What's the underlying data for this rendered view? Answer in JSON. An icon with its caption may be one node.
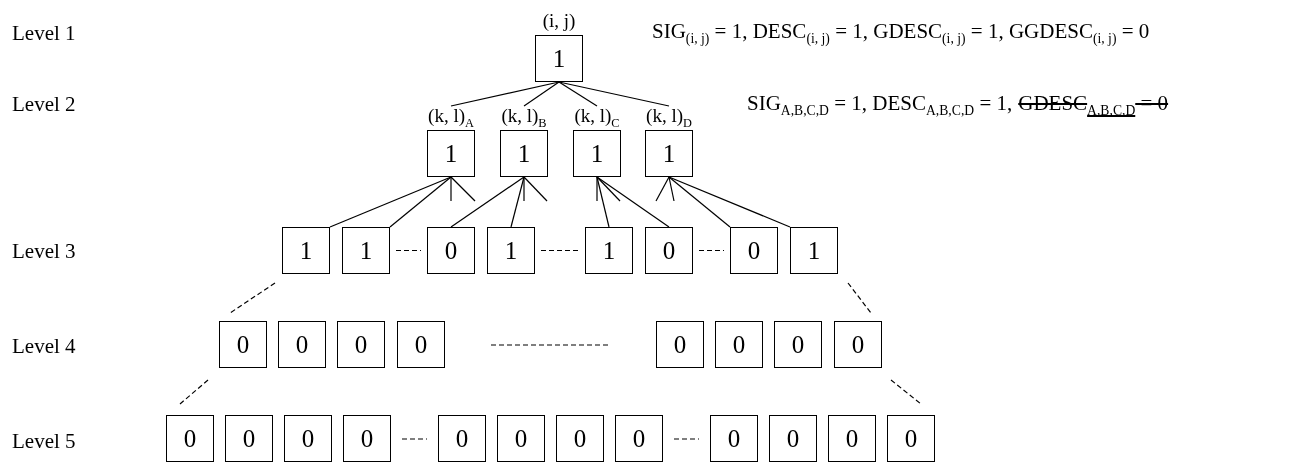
{
  "diagram": {
    "nodes": [
      {
        "text": [
          "1"
        ],
        "beside": [
          "(i, j)"
        ]
      },
      {
        "text": [
          "1"
        ],
        "beside": [
          "(k, l)$_{A}$"
        ]
      },
      {
        "text": [
          "1"
        ],
        "beside": [
          "(k, l)$_{B}$"
        ]
      },
      {
        "text": [
          "1"
        ],
        "beside": [
          "(k, l)$_{C}$"
        ]
      },
      {
        "text": [
          "1"
        ],
        "beside": [
          "(k, l)$_{D}$"
        ]
      },
      {
        "text": [
          "1"
        ]
      },
      {
        "text": [
          "1"
        ]
      },
      {
        "text": [
          "0"
        ]
      },
      {
        "text": [
          "1"
        ]
      },
      {
        "text": [
          "1"
        ]
      },
      {
        "text": [
          "0"
        ]
      },
      {
        "text": [
          "0"
        ]
      },
      {
        "text": [
          "1"
        ]
      },
      {
        "text": [
          "0"
        ]
      },
      {
        "text": [
          "0"
        ]
      },
      {
        "text": [
          "0"
        ]
      },
      {
        "text": [
          "0"
        ]
      },
      {
        "text": [
          "0"
        ]
      },
      {
        "text": [
          "0"
        ]
      },
      {
        "text": [
          "0"
        ]
      },
      {
        "text": [
          "0"
        ]
      },
      {
        "text": [
          "0"
        ]
      },
      {
        "text": [
          "0"
        ]
      },
      {
        "text": [
          "0"
        ]
      },
      {
        "text": [
          "0"
        ]
      },
      {
        "text": [
          "0"
        ]
      },
      {
        "text": [
          "0"
        ]
      },
      {
        "text": [
          "0"
        ]
      },
      {
        "text": [
          "0"
        ]
      },
      {
        "text": [
          "0"
        ]
      },
      {
        "text": [
          "0"
        ]
      },
      {
        "text": [
          "0"
        ]
      },
      {
        "text": [
          "0"
        ]
      }
    ],
    "edges": [
      {
        "from": 0,
        "to": 1,
        "arrow": "none"
      },
      {
        "from": 0,
        "to": 2,
        "arrow": "none"
      },
      {
        "from": 0,
        "to": 3,
        "arrow": "none"
      },
      {
        "from": 0,
        "to": 4,
        "arrow": "none"
      },
      {
        "from": 1,
        "to": 5,
        "arrow": "none"
      },
      {
        "from": 1,
        "to": 6,
        "arrow": "none"
      },
      {
        "from": 1,
        "to": null,
        "arrow": "none"
      },
      {
        "from": 1,
        "to": null,
        "arrow": "none"
      },
      {
        "from": 2,
        "to": 7,
        "arrow": "none"
      },
      {
        "from": 2,
        "to": 8,
        "arrow": "none"
      },
      {
        "from": 2,
        "to": null,
        "arrow": "none"
      },
      {
        "from": 2,
        "to": null,
        "arrow": "none"
      },
      {
        "from": 3,
        "to": 9,
        "arrow": "none"
      },
      {
        "from": 3,
        "to": 10,
        "arrow": "none"
      },
      {
        "from": 3,
        "to": null,
        "arrow": "none"
      },
      {
        "from": 3,
        "to": null,
        "arrow": "none"
      },
      {
        "from": 4,
        "to": null,
        "arrow": "none"
      },
      {
        "from": 4,
        "to": null,
        "arrow": "none"
      },
      {
        "from": 4,
        "to": 11,
        "arrow": "none"
      },
      {
        "from": 4,
        "to": 12,
        "arrow": "none"
      },
      {
        "from": 6,
        "to": 7,
        "arrow": "none",
        "style": "dashed"
      },
      {
        "from": 8,
        "to": 9,
        "arrow": "none",
        "style": "dashed"
      },
      {
        "from": 10,
        "to": 11,
        "arrow": "none",
        "style": "dashed"
      }
    ],
    "labels": [
      "Level 1",
      "SIG$_{(i, j)}$ = 1, DESC$_{(i, j)}$ = 1, GDESC$_{(i, j)}$ = 1, GGDESC$_{(i, j)}$ = 0",
      "Level 2",
      "SIG$_{A,B,C,D}$ = 1, DESC$_{A,B,C,D}$ = 1,",
      "GDESC$_{A,B,C,D}$ = 0",
      "Level 3",
      "Level 4",
      "Level 5"
    ]
  }
}
